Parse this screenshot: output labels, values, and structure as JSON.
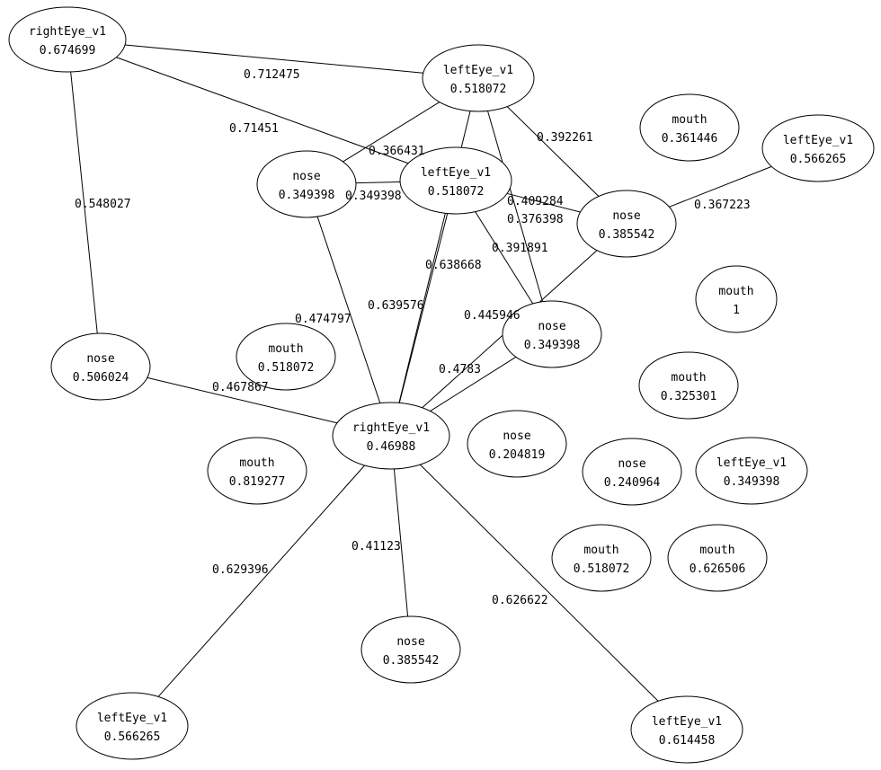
{
  "graph": {
    "nodes": [
      {
        "id": "n1",
        "label": "rightEye_v1",
        "score": "0.674699"
      },
      {
        "id": "n2",
        "label": "leftEye_v1",
        "score": "0.518072"
      },
      {
        "id": "n3",
        "label": "mouth",
        "score": "0.361446"
      },
      {
        "id": "n4",
        "label": "leftEye_v1",
        "score": "0.566265"
      },
      {
        "id": "n5",
        "label": "nose",
        "score": "0.349398"
      },
      {
        "id": "n6",
        "label": "leftEye_v1",
        "score": "0.518072"
      },
      {
        "id": "n7",
        "label": "nose",
        "score": "0.385542"
      },
      {
        "id": "n8",
        "label": "mouth",
        "score": "1"
      },
      {
        "id": "n9",
        "label": "nose",
        "score": "0.506024"
      },
      {
        "id": "n10",
        "label": "mouth",
        "score": "0.518072"
      },
      {
        "id": "n11",
        "label": "nose",
        "score": "0.349398"
      },
      {
        "id": "n12",
        "label": "mouth",
        "score": "0.325301"
      },
      {
        "id": "n13",
        "label": "rightEye_v1",
        "score": "0.46988"
      },
      {
        "id": "n14",
        "label": "nose",
        "score": "0.204819"
      },
      {
        "id": "n15",
        "label": "mouth",
        "score": "0.819277"
      },
      {
        "id": "n16",
        "label": "nose",
        "score": "0.240964"
      },
      {
        "id": "n17",
        "label": "leftEye_v1",
        "score": "0.349398"
      },
      {
        "id": "n18",
        "label": "mouth",
        "score": "0.518072"
      },
      {
        "id": "n19",
        "label": "mouth",
        "score": "0.626506"
      },
      {
        "id": "n20",
        "label": "nose",
        "score": "0.385542"
      },
      {
        "id": "n21",
        "label": "leftEye_v1",
        "score": "0.566265"
      },
      {
        "id": "n22",
        "label": "leftEye_v1",
        "score": "0.614458"
      }
    ],
    "edges": [
      {
        "from": "n1",
        "to": "n2",
        "weight": "0.712475"
      },
      {
        "from": "n1",
        "to": "n6",
        "weight": "0.71451"
      },
      {
        "from": "n1",
        "to": "n9",
        "weight": "0.548027"
      },
      {
        "from": "n2",
        "to": "n5",
        "weight": "0.366431"
      },
      {
        "from": "n5",
        "to": "n6",
        "weight": "0.349398"
      },
      {
        "from": "n2",
        "to": "n7",
        "weight": "0.392261"
      },
      {
        "from": "n6",
        "to": "n7",
        "weight": "0.409284"
      },
      {
        "from": "n2",
        "to": "n11",
        "weight": "0.376398"
      },
      {
        "from": "n6",
        "to": "n11",
        "weight": "0.391891"
      },
      {
        "from": "n2",
        "to": "n13",
        "weight": "0.638668"
      },
      {
        "from": "n6",
        "to": "n13",
        "weight": "0.639576"
      },
      {
        "from": "n5",
        "to": "n13",
        "weight": "0.474797"
      },
      {
        "from": "n7",
        "to": "n13",
        "weight": "0.445946"
      },
      {
        "from": "n11",
        "to": "n13",
        "weight": "0.4783"
      },
      {
        "from": "n9",
        "to": "n13",
        "weight": "0.467867"
      },
      {
        "from": "n7",
        "to": "n4",
        "weight": "0.367223"
      },
      {
        "from": "n13",
        "to": "n21",
        "weight": "0.629396"
      },
      {
        "from": "n13",
        "to": "n20",
        "weight": "0.41123"
      },
      {
        "from": "n13",
        "to": "n22",
        "weight": "0.626622"
      }
    ]
  }
}
